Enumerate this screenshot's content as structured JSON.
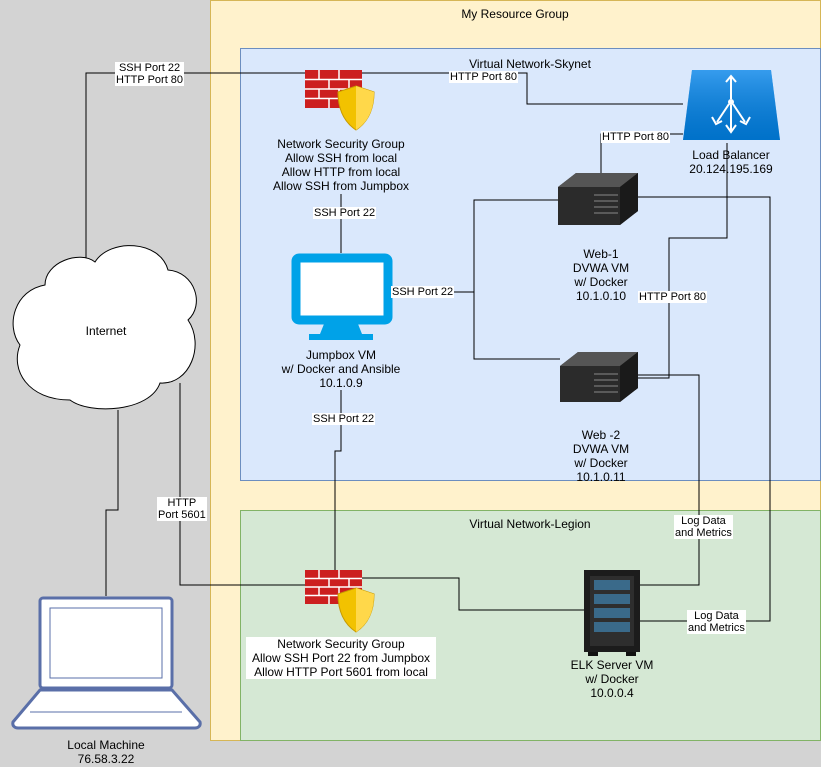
{
  "regions": {
    "resource_group": "My Resource Group",
    "vnet_skynet": "Virtual Network-Skynet",
    "vnet_legion": "Virtual Network-Legion"
  },
  "nodes": {
    "internet": "Internet",
    "local_machine": {
      "name": "Local Machine",
      "ip": "76.58.3.22"
    },
    "nsg_top": {
      "title": "Network Security Group",
      "rules": [
        "Allow SSH from local",
        "Allow HTTP from local",
        "Allow SSH from Jumpbox"
      ]
    },
    "nsg_bottom": {
      "title": "Network Security Group",
      "rules": [
        "Allow SSH Port 22 from Jumpbox",
        "Allow HTTP Port 5601 from local"
      ]
    },
    "jumpbox": {
      "name": "Jumpbox VM",
      "desc": "w/ Docker and Ansible",
      "ip": "10.1.0.9"
    },
    "web1": {
      "name": "Web-1",
      "app": "DVWA VM",
      "desc": "w/ Docker",
      "ip": "10.1.0.10"
    },
    "web2": {
      "name": "Web -2",
      "app": "DVWA VM",
      "desc": "w/ Docker",
      "ip": "10.1.0.11"
    },
    "load_balancer": {
      "name": "Load Balancer",
      "ip": "20.124.195.169"
    },
    "elk": {
      "name": "ELK Server VM",
      "desc": "w/ Docker",
      "ip": "10.0.0.4"
    }
  },
  "edges": {
    "internet_nsg_ssh": "SSH Port 22",
    "internet_nsg_http": "HTTP Port 80",
    "nsg_lb_http": "HTTP Port 80",
    "lb_web1_http": "HTTP Port 80",
    "lb_web2_http": "HTTP Port 80",
    "nsg_jumpbox_ssh": "SSH Port 22",
    "jumpbox_webs_ssh": "SSH Port 22",
    "jumpbox_nsg2_ssh": "SSH Port 22",
    "local_nsg2_http": [
      "HTTP",
      "Port 5601"
    ],
    "web2_elk_logs": [
      "Log Data",
      "and Metrics"
    ],
    "web1_elk_logs": [
      "Log Data",
      "and Metrics"
    ]
  },
  "colors": {
    "resource_group_fill": "#fff2cc",
    "skynet_fill": "#dae8fc",
    "legion_fill": "#d5e8d4",
    "background": "#d3d3d3",
    "firewall_red": "#cc1f1f",
    "shield_gold": "#f2c200",
    "monitor_blue": "#00a2e8",
    "lb_blue": "#0078d4",
    "laptop_blue": "#5a6fa8"
  }
}
